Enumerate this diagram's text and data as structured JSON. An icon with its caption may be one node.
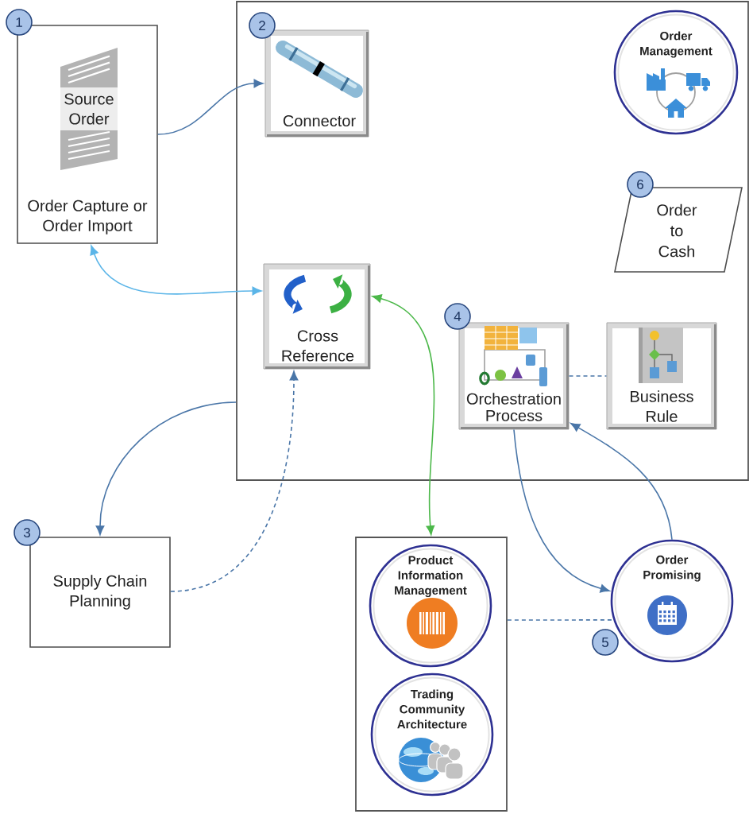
{
  "diagram": {
    "nodes": [
      {
        "text": [
          "Source Order",
          "Order Capture or Order Import"
        ],
        "beside": [
          "1"
        ]
      },
      {
        "text": [],
        "shape": "box"
      },
      {
        "text": [
          "Connector"
        ],
        "in": 1,
        "beside": [
          "2"
        ]
      },
      {
        "text": [
          "Order Management"
        ],
        "in": 1
      },
      {
        "text": [
          "Order to Cash"
        ],
        "in": 1,
        "beside": [
          "6"
        ]
      },
      {
        "text": [
          "Cross Reference"
        ],
        "in": 1
      },
      {
        "text": [
          "Orchestration Process"
        ],
        "in": 1,
        "beside": [
          "4"
        ]
      },
      {
        "text": [
          "Business Rule"
        ],
        "in": 1
      },
      {
        "text": [
          "Supply Chain Planning"
        ],
        "beside": [
          "3"
        ]
      },
      {
        "text": [],
        "shape": "box"
      },
      {
        "text": [
          "Product Information Management"
        ],
        "in": 9
      },
      {
        "text": [
          "Trading Community Architecture"
        ],
        "in": 9
      },
      {
        "text": [
          "Order Promising"
        ],
        "beside": [
          "5"
        ]
      }
    ],
    "edges": [
      {
        "from": 0,
        "to": 2,
        "arrow": "to"
      },
      {
        "from": 0,
        "to": 5,
        "arrow": "both",
        "color": "#5bb5e8"
      },
      {
        "from": 1,
        "to": 8,
        "arrow": "to"
      },
      {
        "from": 8,
        "to": 5,
        "arrow": "to",
        "style": "dashed"
      },
      {
        "from": 5,
        "to": 9,
        "arrow": "both",
        "color": "#4cb84a"
      },
      {
        "from": 6,
        "to": 7,
        "arrow": "none",
        "style": "dashed"
      },
      {
        "from": 6,
        "to": 12,
        "arrow": "to"
      },
      {
        "from": 12,
        "to": 6,
        "arrow": "to"
      },
      {
        "from": 9,
        "to": 12,
        "arrow": "none",
        "style": "dashed"
      }
    ]
  }
}
